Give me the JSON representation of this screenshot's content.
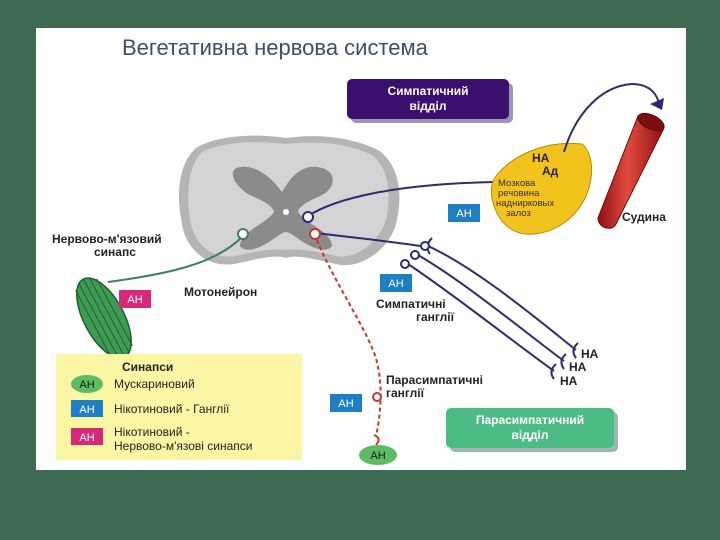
{
  "title": "Вегетативна нервова система",
  "sympathetic_box": {
    "line1": "Симпатичний",
    "line2": "відділ"
  },
  "parasympathetic_box": {
    "line1": "Парасимпатичний",
    "line2": "відділ"
  },
  "labels": {
    "neuromuscular_1": "Нервово-м'язовий",
    "neuromuscular_2": "синапс",
    "motoneuron": "Мотонейрон",
    "symp_ganglia_1": "Симпатичні",
    "symp_ganglia_2": "ганглії",
    "parasymp_ganglia_1": "Парасимпатичні",
    "parasymp_ganglia_2": "ганглії",
    "vessel": "Судина",
    "adrenal_1": "Мозкова",
    "adrenal_2": "речовина",
    "adrenal_3": "наднирковых",
    "adrenal_4": "залоз",
    "ad": "Ад",
    "na_top": "НА",
    "na_1": "НА",
    "na_2": "НА",
    "na_3": "НА"
  },
  "tags": {
    "ah_muscle": "АН",
    "ah_adrenal": "АН",
    "ah_ganglia": "АН",
    "ah_parasymp_ganglia": "АН",
    "ah_parasymp_end": "АН"
  },
  "legend": {
    "title": "Синапси",
    "items": [
      {
        "tag": "АН",
        "text": "Мускариновий"
      },
      {
        "tag": "АН",
        "text": "Нікотиновий - Ганглії"
      },
      {
        "tag": "АН",
        "text1": "Нікотиновий -",
        "text2": "Нервово-м'язові синапси"
      }
    ]
  },
  "colors": {
    "background": "#3c6b52",
    "sympathetic_box": "#3a0f6e",
    "parasympathetic_box": "#4dbb86",
    "muscarinic": "#5dbb63",
    "nicotinic_ganglia": "#1e7fc4",
    "nicotinic_nm": "#d8287a",
    "symp_fiber": "#2e2a73",
    "parasymp_fiber": "#c8362e",
    "motor_fiber": "#3f7d6e",
    "adrenal": "#f2c31c",
    "vessel": "#c0201e",
    "legend_bg": "#fbf6a3"
  }
}
